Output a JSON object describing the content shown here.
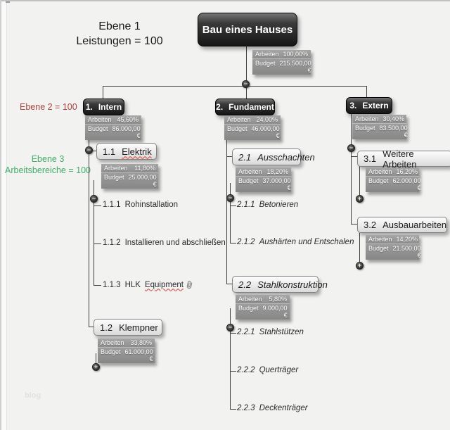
{
  "canvas": {
    "watermark": "blog"
  },
  "legend": {
    "ebene1_line1": "Ebene 1",
    "ebene1_line2": "Leistungen = 100",
    "ebene2": "Ebene 2 = 100",
    "ebene3_line1": "Ebene 3",
    "ebene3_line2": "Arbeitsbereiche = 100"
  },
  "table_labels": {
    "arbeiten": "Arbeiten",
    "budget": "Budget"
  },
  "icons": {
    "attachment": "paperclip",
    "collapse": "minus",
    "expand": "plus"
  },
  "colors": {
    "legend_level2": "#b2413a",
    "legend_level3": "#3fae68",
    "box_dark": "#1b1b1b",
    "box_light": "#ededed",
    "stats_bg": "#969696",
    "spellcheck_underline": "#e03c31"
  },
  "root": {
    "title": "Bau eines Hauses",
    "arbeiten": "100,00%",
    "budget": "215.500,00 €"
  },
  "branch1": {
    "box": {
      "number": "1.",
      "name": "Intern"
    },
    "arbeiten": "45,60%",
    "budget": "86.000,00 €",
    "child11": {
      "number": "1.1",
      "name": "Elektrik",
      "arbeiten": "11,80%",
      "budget": "25.000,00 €"
    },
    "item111": {
      "number": "1.1.1",
      "name": "Rohinstallation"
    },
    "item112": {
      "number": "1.1.2",
      "name": "Installieren und abschließen"
    },
    "item113": {
      "number": "1.1.3",
      "name_prefix": "HLK",
      "name_misspelled": "Equipment"
    },
    "child12": {
      "number": "1.2",
      "name": "Klempner",
      "arbeiten": "33,80%",
      "budget": "61.000,00 €"
    }
  },
  "branch2": {
    "box": {
      "number": "2.",
      "name": "Fundament"
    },
    "arbeiten": "24,00%",
    "budget": "46.000,00 €",
    "child21": {
      "number": "2.1",
      "name": "Ausschachten",
      "arbeiten": "18,20%",
      "budget": "37.000,00 €"
    },
    "item211": {
      "number": "2.1.1",
      "name": "Betonieren"
    },
    "item212": {
      "number": "2.1.2",
      "name": "Aushärten und Entschalen"
    },
    "child22": {
      "number": "2.2",
      "name": "Stahlkonstruktion",
      "arbeiten": "5,80%",
      "budget": "9.000,00 €"
    },
    "item221": {
      "number": "2.2.1",
      "name": "Stahlstützen"
    },
    "item222": {
      "number": "2.2.2",
      "name": "Querträger"
    },
    "item223": {
      "number": "2.2.3",
      "name": "Deckenträger"
    }
  },
  "branch3": {
    "box": {
      "number": "3.",
      "name": "Extern"
    },
    "arbeiten": "30,40%",
    "budget": "83.500,00 €",
    "child31": {
      "number": "3.1",
      "name": "Weitere Arbeiten",
      "arbeiten": "16,20%",
      "budget": "62.000,00 €"
    },
    "child32": {
      "number": "3.2",
      "name": "Ausbauarbeiten",
      "arbeiten": "14,20%",
      "budget": "21.500,00 €"
    }
  }
}
